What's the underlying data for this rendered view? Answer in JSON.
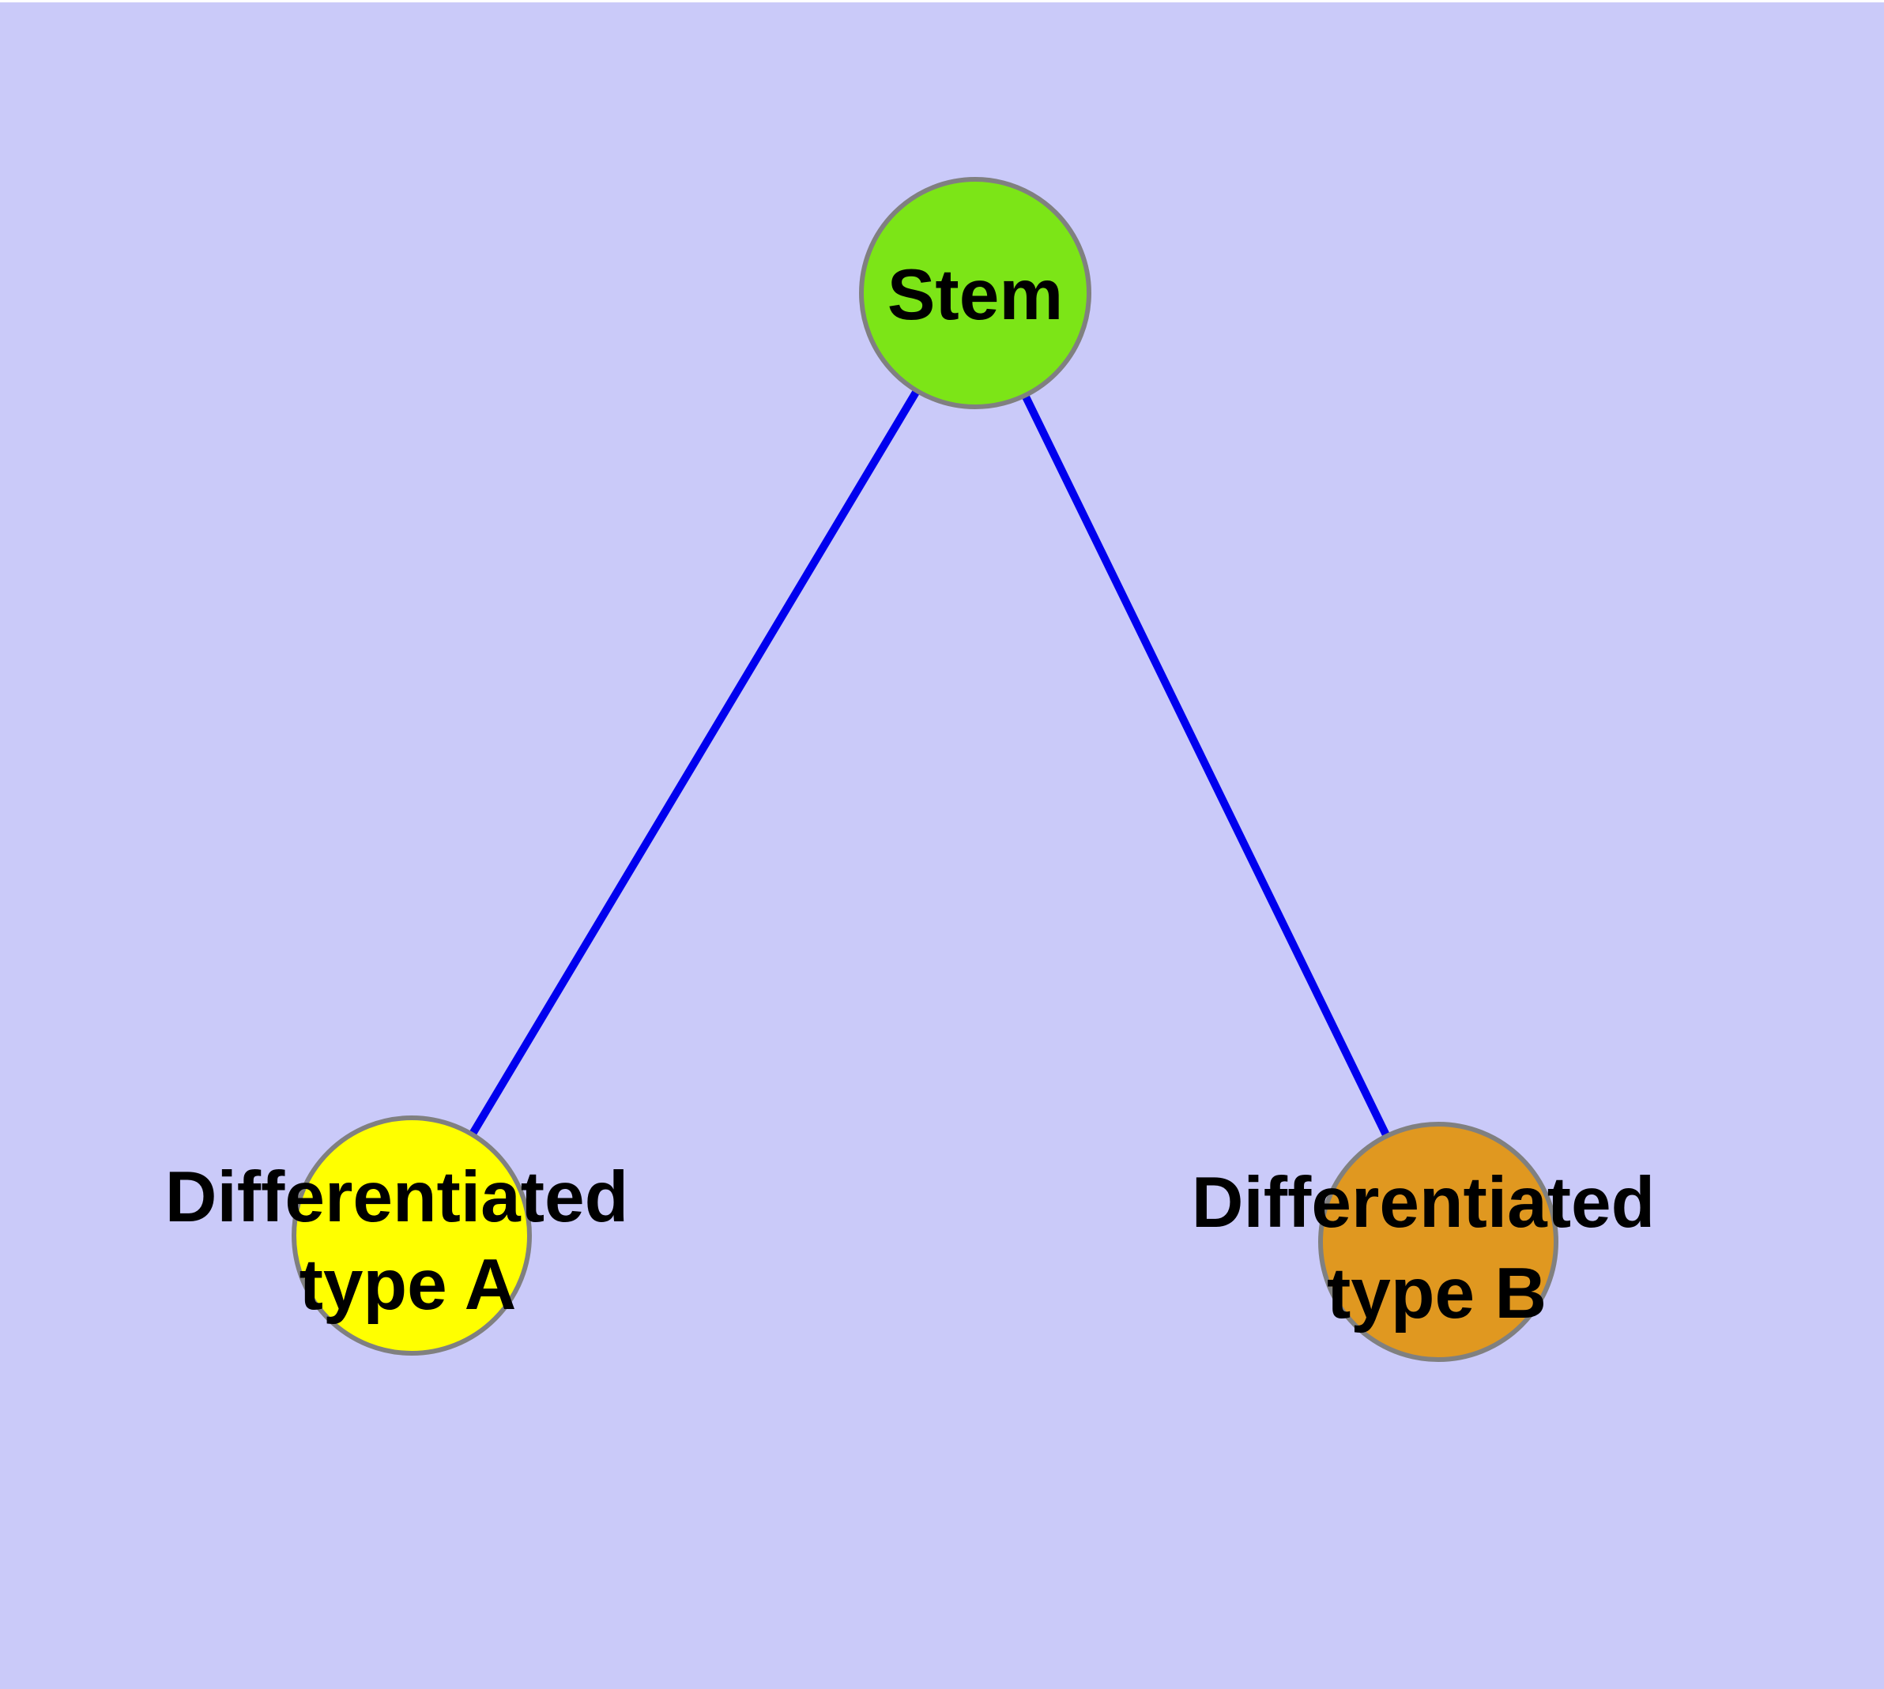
{
  "canvas": {
    "background_color": "#cacaf9",
    "top_strip_color": "#ffffff"
  },
  "diagram": {
    "nodes": [
      {
        "id": "stem",
        "label": "Stem",
        "fill": "#7ce517",
        "border_color": "#808080"
      },
      {
        "id": "differentiated-type-a",
        "label_line1": "Differentiated",
        "label_line2": "type A",
        "fill": "#ffff00",
        "border_color": "#808080"
      },
      {
        "id": "differentiated-type-b",
        "label_line1": "Differentiated",
        "label_line2": "type B",
        "fill": "#e09820",
        "border_color": "#808080"
      }
    ],
    "edges": [
      {
        "from": "stem",
        "to": "differentiated-type-a",
        "color": "#0000ee"
      },
      {
        "from": "stem",
        "to": "differentiated-type-b",
        "color": "#0000ee"
      }
    ],
    "text_color": "#000000"
  }
}
